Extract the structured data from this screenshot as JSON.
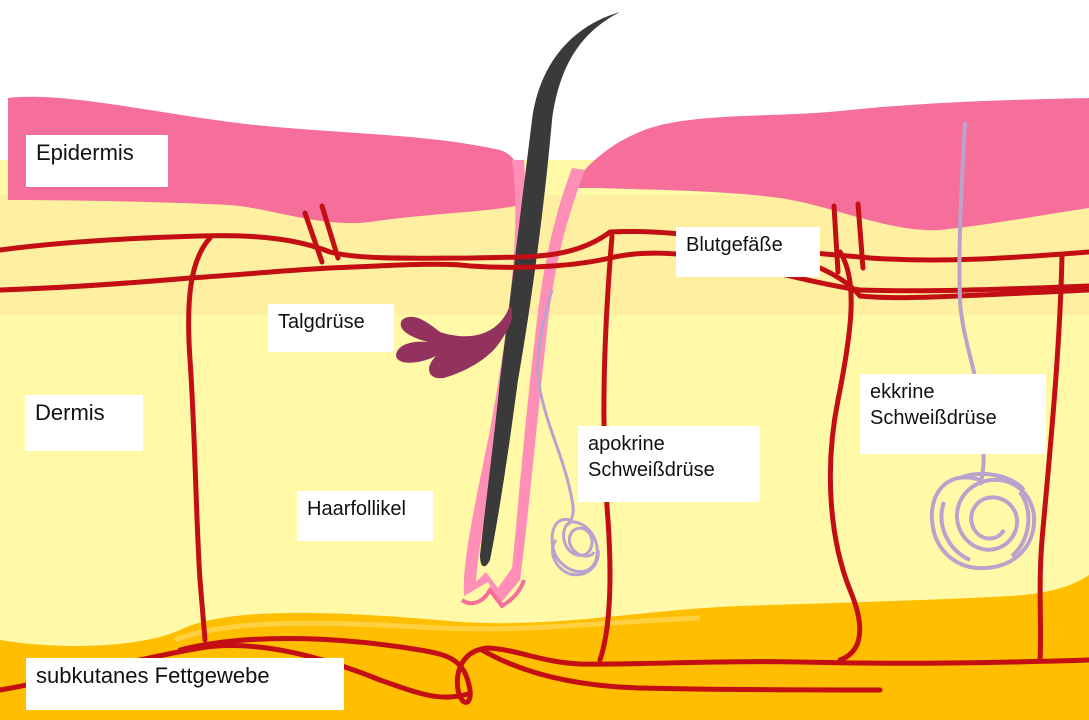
{
  "labels": {
    "epidermis": "Epidermis",
    "blood_vessels": "Blutgefäße",
    "sebaceous_gland": "Talgdrüse",
    "dermis": "Dermis",
    "hair_follicle": "Haarfollikel",
    "apocrine_gland": [
      "apokrine",
      "Schweißdrüse"
    ],
    "eccrine_gland": [
      "ekkrine",
      "Schweißdrüse"
    ],
    "subcutis": "subkutanes Fettgewebe"
  },
  "colors": {
    "epidermis": "#f56f9a",
    "dermis": "#fff9a8",
    "dermis_band": "#fef0a0",
    "fat": "#ffbe00",
    "vessel": "#c30f14",
    "gland_coil": "#b9a3cc",
    "sebaceous": "#93325f",
    "hair": "#3a3a3a"
  }
}
